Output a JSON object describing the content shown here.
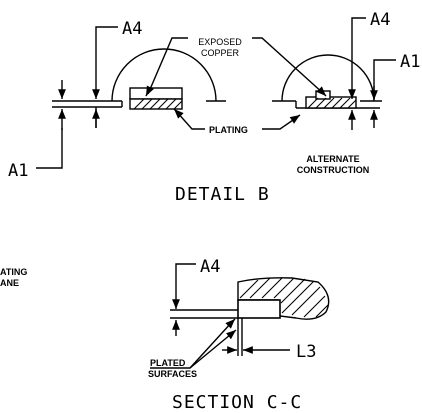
{
  "detail_b": {
    "title": "DETAIL  B",
    "labels": {
      "a4_left": "A4",
      "a4_right": "A4",
      "a1_left": "A1",
      "a1_right": "A1",
      "exposed_copper_line1": "EXPOSED",
      "exposed_copper_line2": "COPPER",
      "plating": "PLATING",
      "alternate_line1": "ALTERNATE",
      "alternate_line2": "CONSTRUCTION"
    }
  },
  "left_fragment": {
    "line1": "ATING",
    "line2": "ANE"
  },
  "section_cc": {
    "title": "SECTION  C-C",
    "labels": {
      "a4": "A4",
      "l3": "L3",
      "plated_line1": "PLATED",
      "plated_line2": "SURFACES"
    }
  }
}
